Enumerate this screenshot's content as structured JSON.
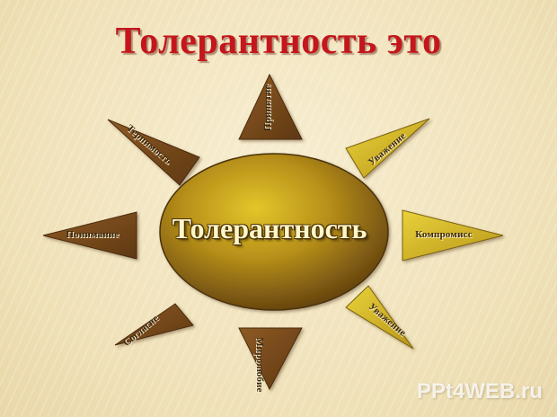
{
  "title": "Толерантность это",
  "center_label": "Толерантность",
  "rays": [
    {
      "id": "top",
      "label": "Принятие"
    },
    {
      "id": "top-right",
      "label": "Уважение"
    },
    {
      "id": "right",
      "label": "Компромисс"
    },
    {
      "id": "bottom-right",
      "label": "Уважение"
    },
    {
      "id": "bottom",
      "label": "Миролюбие"
    },
    {
      "id": "bottom-left",
      "label": "Согласие"
    },
    {
      "id": "left",
      "label": "Понимание"
    },
    {
      "id": "top-left",
      "label": "Терпимость"
    }
  ],
  "watermark": "PPt4WEB.ru",
  "colors": {
    "title": "#c4161c",
    "ray_brown": "#7a4a1c",
    "ray_gold": "#d7b91c",
    "ellipse_light": "#d4b41a",
    "ellipse_dark": "#6b4812"
  }
}
